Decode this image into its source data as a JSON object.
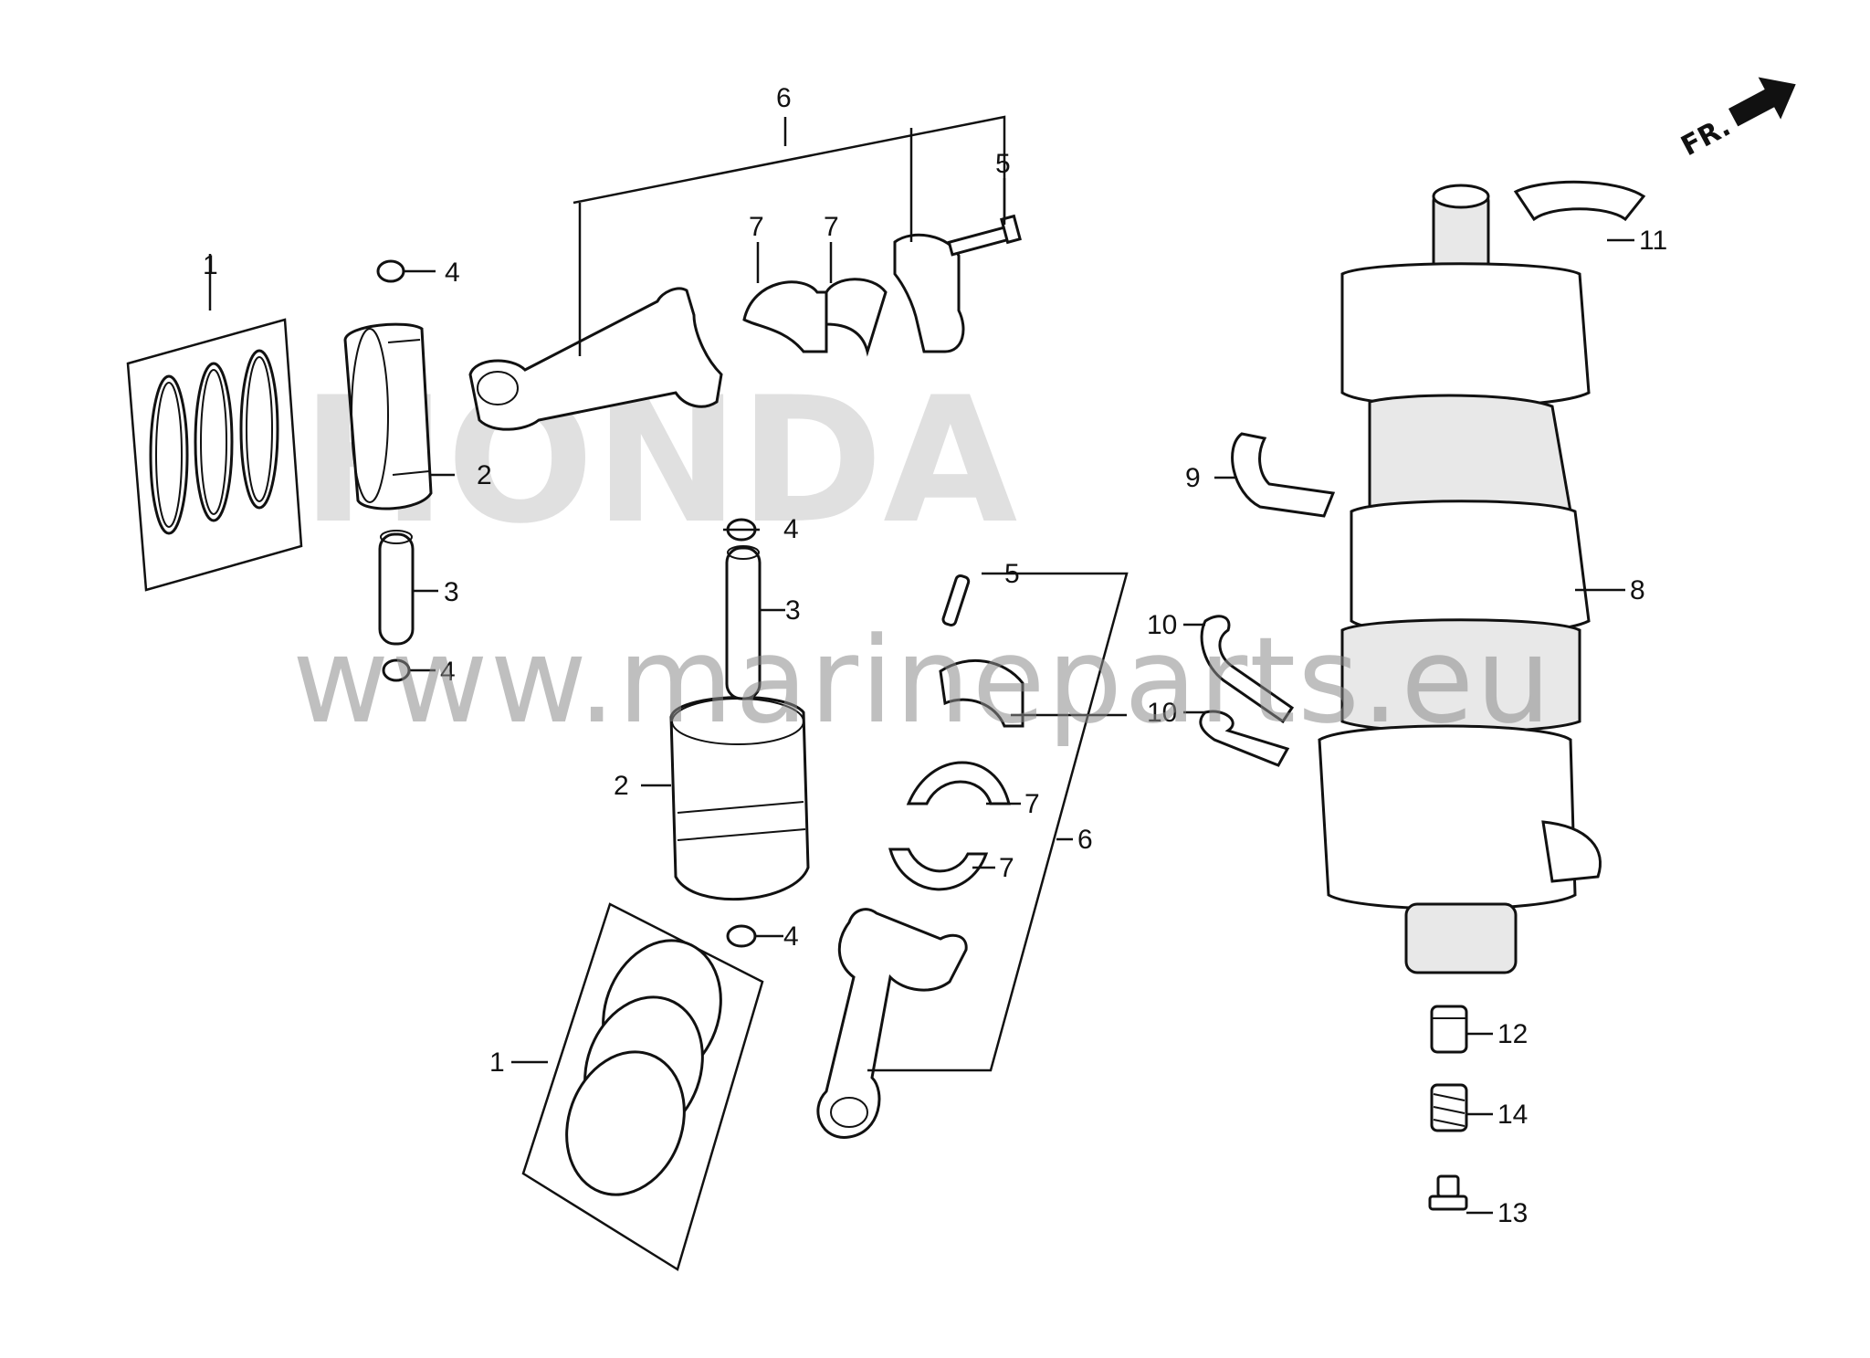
{
  "labels": {
    "l1a": "1",
    "l1b": "1",
    "l2a": "2",
    "l2b": "2",
    "l3a": "3",
    "l3b": "3",
    "l4a": "4",
    "l4b": "4",
    "l4c": "4",
    "l4d": "4",
    "l5a": "5",
    "l5b": "5",
    "l6a": "6",
    "l6b": "6",
    "l7a": "7",
    "l7b": "7",
    "l7c": "7",
    "l7d": "7",
    "l8": "8",
    "l9": "9",
    "l10a": "10",
    "l10b": "10",
    "l11": "11",
    "l12": "12",
    "l13": "13",
    "l14": "14"
  },
  "direction": "FR.",
  "watermark": "www.marineparts.eu",
  "brand_watermark": "HONDA",
  "icons": [
    "front-direction-arrow-icon"
  ]
}
